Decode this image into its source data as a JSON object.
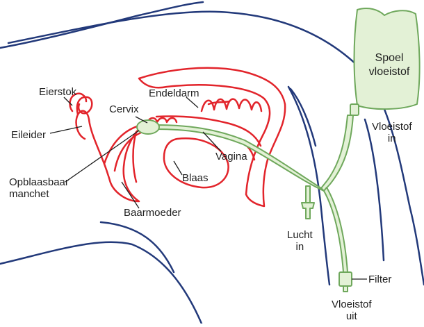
{
  "labels": {
    "eierstok": "Eierstok",
    "cervix": "Cervix",
    "endeldarm": "Endeldarm",
    "eileider": "Eileider",
    "vagina": "Vagina",
    "blaas": "Blaas",
    "opblaasbaar": "Opblaasbaar\nmanchet",
    "baarmoeder": "Baarmoeder",
    "spoel": "Spoel\nvloeistof",
    "vloeistof_in": "Vloeistof\nin",
    "lucht_in": "Lucht\nin",
    "filter": "Filter",
    "vloeistof_uit": "Vloeistof\nuit"
  },
  "colors": {
    "body_outline": "#22397a",
    "organs": "#e2242b",
    "tube_fill": "#e3f1d6",
    "tube_stroke": "#6fa85c",
    "label_line": "#1e1e1e"
  }
}
